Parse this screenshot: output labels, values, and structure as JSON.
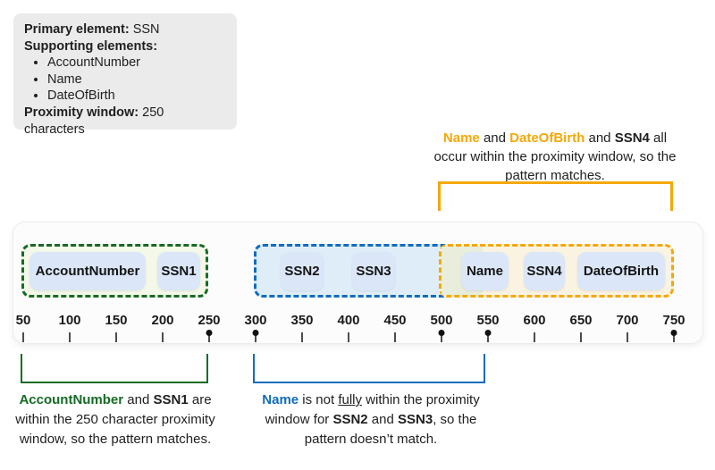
{
  "colors": {
    "green": "#156B24",
    "blue": "#0F6CBD",
    "orange": "#F4A809",
    "green-fill": "#F4F8E9",
    "blue-fill": "#DFEDF8",
    "orange-fill": "#FAF3E1",
    "overlap-fill": "#E9EDDB",
    "token-fill": "#DBE6F8",
    "infobox-fill": "#EBEBEB",
    "card-fill": "#FCFCFD"
  },
  "info_box": {
    "primary_label": "Primary element:",
    "primary_value": "SSN",
    "supporting_label": "Supporting elements:",
    "supporting_items": [
      "AccountNumber",
      "Name",
      "DateOfBirth"
    ],
    "proximity_label": "Proximity window:",
    "proximity_value": "250 characters"
  },
  "annotations": {
    "top": {
      "lines": [
        [
          {
            "t": "Name",
            "s": "orange"
          },
          {
            "t": " and ",
            "s": ""
          },
          {
            "t": "DateOfBirth",
            "s": "orange"
          },
          {
            "t": " and ",
            "s": ""
          },
          {
            "t": "SSN4",
            "s": "bold"
          },
          {
            "t": " all",
            "s": ""
          }
        ],
        [
          {
            "t": "occur within the proximity window, so the",
            "s": ""
          }
        ],
        [
          {
            "t": "pattern matches.",
            "s": ""
          }
        ]
      ]
    },
    "bottom_left": {
      "lines": [
        [
          {
            "t": "AccountNumber",
            "s": "green"
          },
          {
            "t": " and ",
            "s": ""
          },
          {
            "t": "SSN1",
            "s": "bold"
          },
          {
            "t": " are",
            "s": ""
          }
        ],
        [
          {
            "t": "within the 250 character proximity",
            "s": ""
          }
        ],
        [
          {
            "t": "window, so the pattern matches.",
            "s": ""
          }
        ]
      ]
    },
    "bottom_mid": {
      "lines": [
        [
          {
            "t": "Name",
            "s": "blue"
          },
          {
            "t": " is not ",
            "s": ""
          },
          {
            "t": "fully",
            "s": "underline"
          },
          {
            "t": " within the proximity",
            "s": ""
          }
        ],
        [
          {
            "t": "window for ",
            "s": ""
          },
          {
            "t": "SSN2",
            "s": "bold"
          },
          {
            "t": " and ",
            "s": ""
          },
          {
            "t": "SSN3",
            "s": "bold"
          },
          {
            "t": ", so the",
            "s": ""
          }
        ],
        [
          {
            "t": "pattern doesn’t match.",
            "s": ""
          }
        ]
      ]
    }
  },
  "timeline": {
    "tokens": [
      "AccountNumber",
      "SSN1",
      "SSN2",
      "SSN3",
      "Name",
      "SSN4",
      "DateOfBirth"
    ],
    "ticks": [
      {
        "value": "50",
        "dot": false
      },
      {
        "value": "100",
        "dot": false
      },
      {
        "value": "150",
        "dot": false
      },
      {
        "value": "200",
        "dot": false
      },
      {
        "value": "250",
        "dot": true
      },
      {
        "value": "300",
        "dot": true
      },
      {
        "value": "350",
        "dot": false
      },
      {
        "value": "400",
        "dot": false
      },
      {
        "value": "450",
        "dot": false
      },
      {
        "value": "500",
        "dot": true
      },
      {
        "value": "550",
        "dot": true
      },
      {
        "value": "600",
        "dot": false
      },
      {
        "value": "650",
        "dot": false
      },
      {
        "value": "700",
        "dot": false
      },
      {
        "value": "750",
        "dot": true
      }
    ]
  }
}
